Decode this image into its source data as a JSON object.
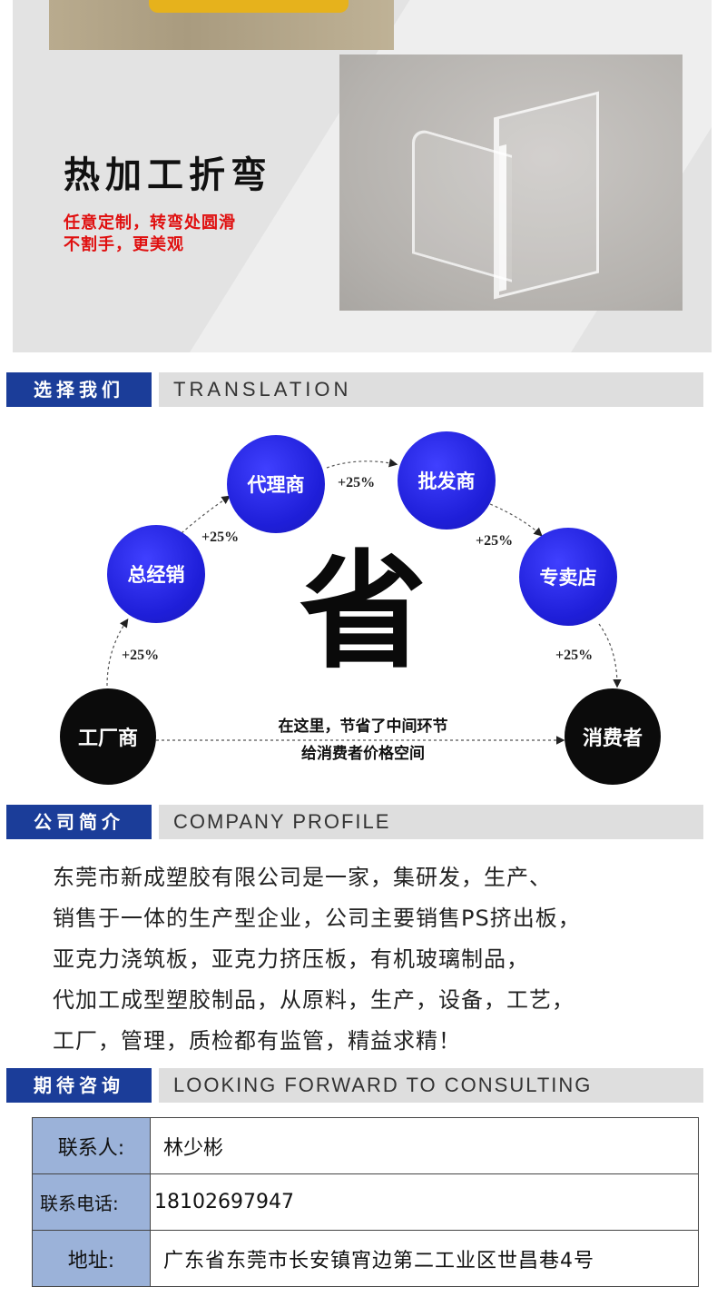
{
  "panel": {
    "title": "热加工折弯",
    "desc_line1": "任意定制，转弯处圆滑",
    "desc_line2": "不割手，更美观"
  },
  "section_choose": {
    "badge": "选择我们",
    "subtitle": "TRANSLATION"
  },
  "chain": {
    "nodes": {
      "factory": "工厂商",
      "general": "总经销",
      "agent": "代理商",
      "wholesaler": "批发商",
      "store": "专卖店",
      "consumer": "消费者"
    },
    "markup": "+25%",
    "center_char": "省",
    "slogan_line1": "在这里，节省了中间环节",
    "slogan_line2": "给消费者价格空间"
  },
  "section_profile": {
    "badge": "公司简介",
    "subtitle": "COMPANY PROFILE"
  },
  "profile": {
    "lines": [
      "东莞市新成塑胶有限公司是一家，集研发，生产、",
      "销售于一体的生产型企业，公司主要销售PS挤出板，",
      "亚克力浇筑板，亚克力挤压板，有机玻璃制品，",
      "代加工成型塑胶制品，从原料，生产，设备，工艺，",
      "工厂，管理，质检都有监管，精益求精！"
    ]
  },
  "section_consult": {
    "badge": "期待咨询",
    "subtitle": "LOOKING FORWARD TO CONSULTING"
  },
  "contact": {
    "contact_label": "联系人:",
    "contact_value": "林少彬",
    "phone_label": "联系电话:",
    "phone_value": "18102697947",
    "address_label": "地址:",
    "address_value": "广东省东莞市长安镇宵边第二工业区世昌巷4号"
  },
  "colors": {
    "badge_blue": "#1b3d99",
    "node_blue": "#1e1ed8",
    "accent_red": "#e01010",
    "table_label_bg": "#9bb2d9"
  }
}
